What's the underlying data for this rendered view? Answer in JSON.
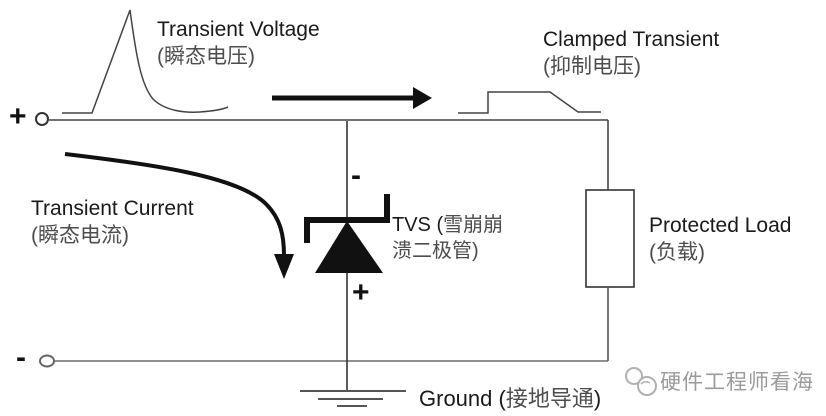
{
  "diagram": {
    "type": "tvs-protection-circuit",
    "labels": {
      "transient_voltage": {
        "en": "Transient Voltage",
        "zh": "(瞬态电压)"
      },
      "clamped_transient": {
        "en": "Clamped Transient",
        "zh": "(抑制电压)"
      },
      "transient_current": {
        "en": "Transient Current",
        "zh": "(瞬态电流)"
      },
      "tvs": {
        "en": "TVS (",
        "zh_line1": "雪崩崩",
        "zh_line2": "溃二极管)"
      },
      "protected_load": {
        "en": "Protected Load",
        "zh": "(负载)"
      },
      "ground": {
        "en": "Ground (",
        "zh": "接地导通",
        "close": ")"
      }
    },
    "terminals": {
      "positive": "+",
      "negative": "-"
    },
    "tvs_diode": {
      "cathode_mark": "-",
      "anode_mark": "+"
    },
    "watermark": {
      "text": "硬件工程师看海"
    },
    "icons": {
      "flow_arrow": "right-arrow",
      "current_arrow": "curved-down-arrow",
      "ground_symbol": "earth-ground"
    },
    "colors": {
      "background": "#ffffff",
      "wire": "#444444",
      "bottom_wire": "#6b6b6b",
      "solid_black": "#111111",
      "text_en": "#1a1a1a",
      "text_zh": "#4d4d4d",
      "watermark": "#9b9b9b"
    }
  }
}
